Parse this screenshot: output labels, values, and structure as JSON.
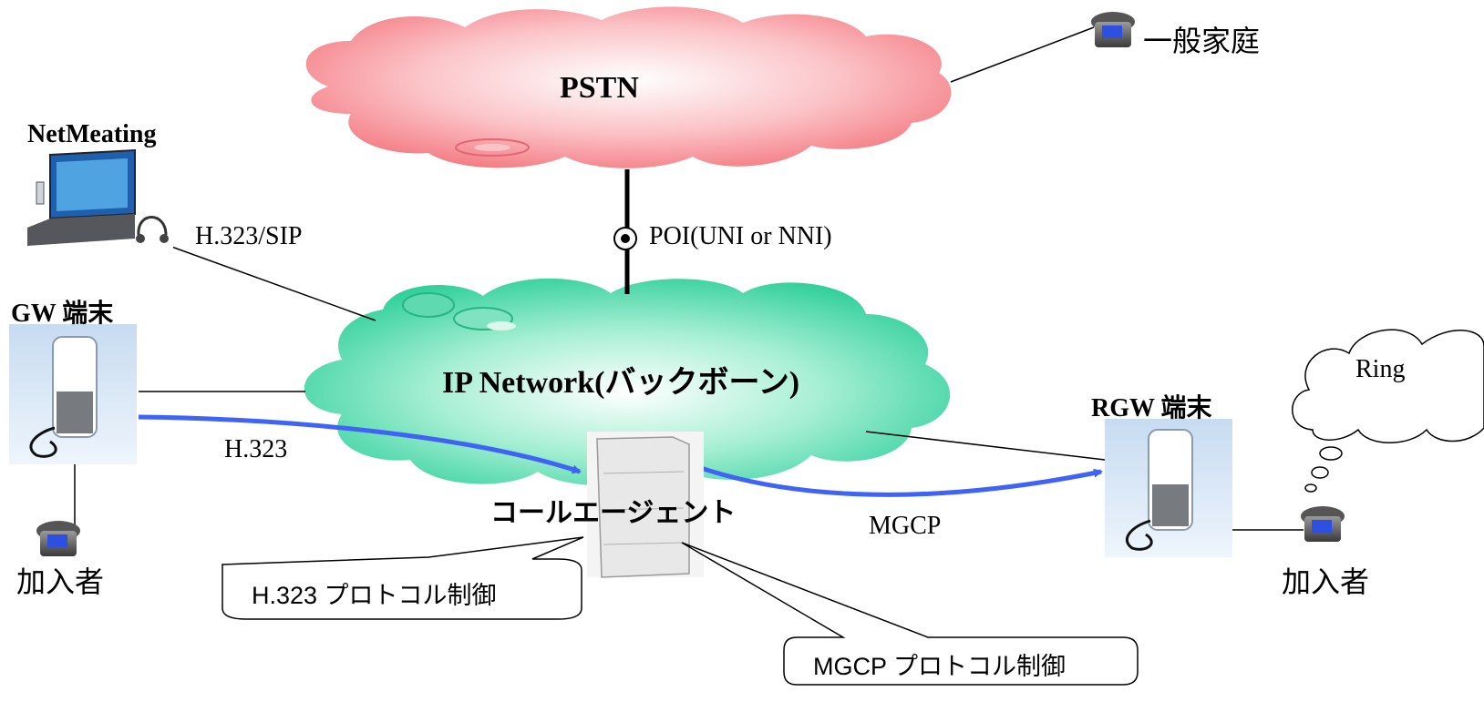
{
  "networks": {
    "pstn": "PSTN",
    "ip_network": "IP Network(バックボーン)"
  },
  "nodes": {
    "household": "一般家庭",
    "netmeeting": "NetMeating",
    "gw_terminal": "GW 端末",
    "rgw_terminal": "RGW 端末",
    "call_agent": "コールエージェント",
    "subscriber_left": "加入者",
    "subscriber_right": "加入者",
    "ring_bubble": "Ring"
  },
  "links": {
    "h323_sip": "H.323/SIP",
    "poi": "POI(UNI or NNI)",
    "h323": "H.323",
    "mgcp": "MGCP"
  },
  "callouts": {
    "h323_control": "H.323 プロトコル制御",
    "mgcp_control": "MGCP プロトコル制御"
  },
  "colors": {
    "pstn_cloud": "#f47a82",
    "ip_cloud": "#2fcf9a",
    "signal_arrow": "#3f63f5"
  }
}
